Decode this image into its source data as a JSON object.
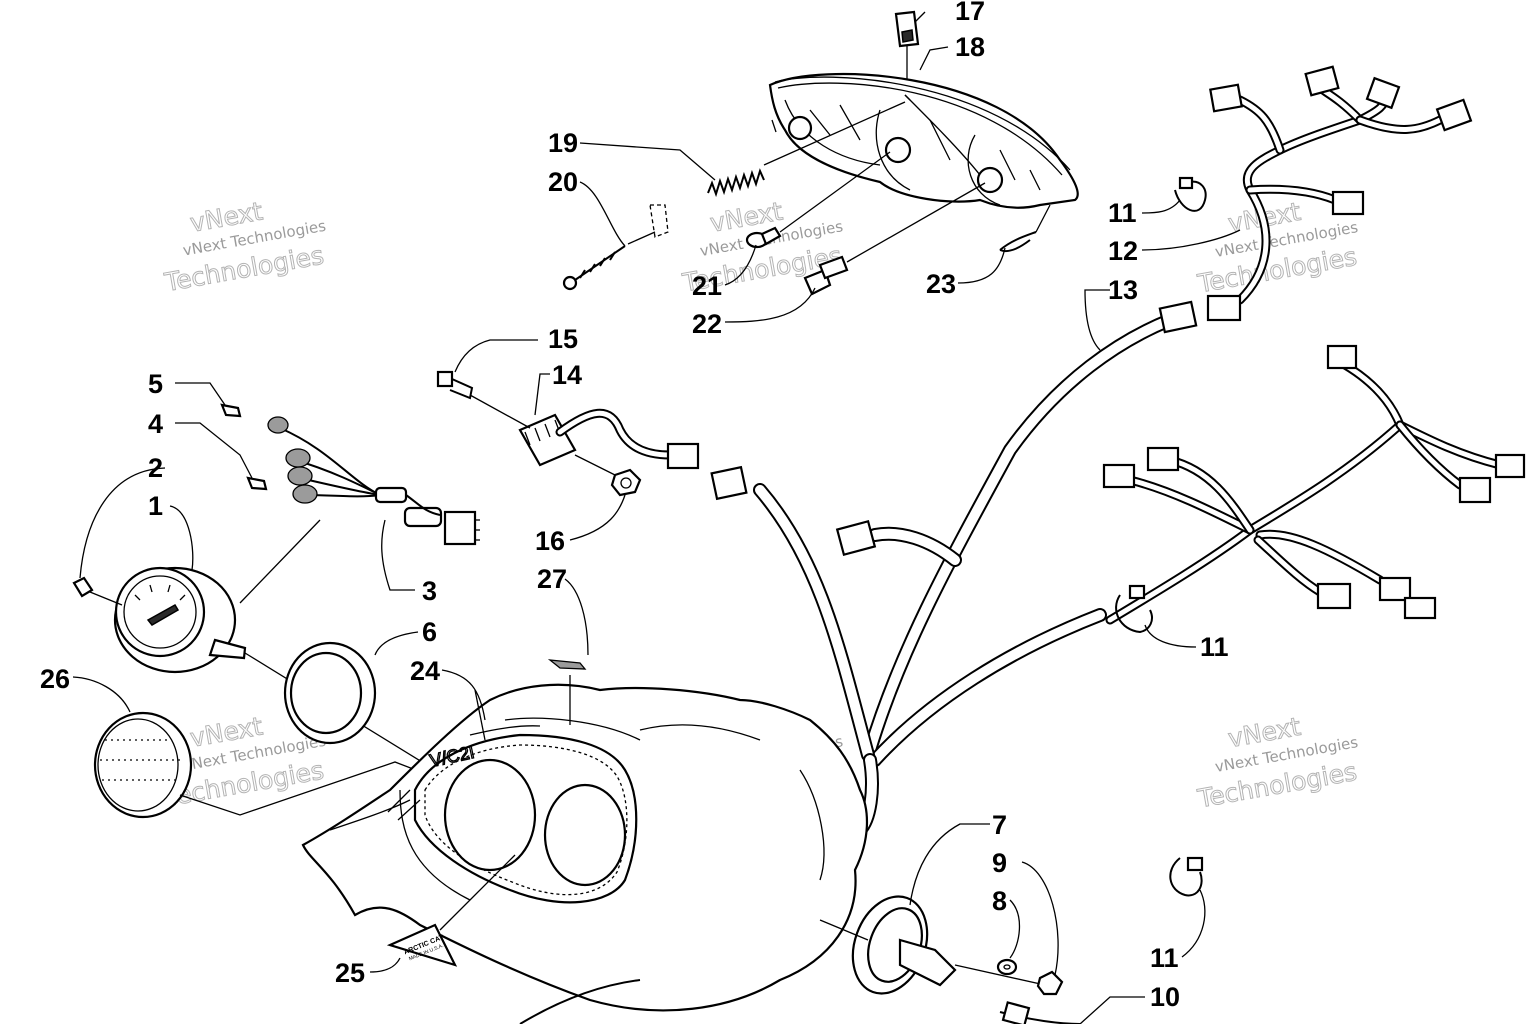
{
  "callouts": [
    {
      "id": "c17",
      "label": "17"
    },
    {
      "id": "c18",
      "label": "18"
    },
    {
      "id": "c19",
      "label": "19"
    },
    {
      "id": "c20",
      "label": "20"
    },
    {
      "id": "c21",
      "label": "21"
    },
    {
      "id": "c22",
      "label": "22"
    },
    {
      "id": "c23",
      "label": "23"
    },
    {
      "id": "c11a",
      "label": "11"
    },
    {
      "id": "c12",
      "label": "12"
    },
    {
      "id": "c13",
      "label": "13"
    },
    {
      "id": "c15",
      "label": "15"
    },
    {
      "id": "c14",
      "label": "14"
    },
    {
      "id": "c5",
      "label": "5"
    },
    {
      "id": "c4",
      "label": "4"
    },
    {
      "id": "c2",
      "label": "2"
    },
    {
      "id": "c1",
      "label": "1"
    },
    {
      "id": "c3",
      "label": "3"
    },
    {
      "id": "c16",
      "label": "16"
    },
    {
      "id": "c27",
      "label": "27"
    },
    {
      "id": "c6",
      "label": "6"
    },
    {
      "id": "c24",
      "label": "24"
    },
    {
      "id": "c26",
      "label": "26"
    },
    {
      "id": "c11b",
      "label": "11"
    },
    {
      "id": "c7",
      "label": "7"
    },
    {
      "id": "c9",
      "label": "9"
    },
    {
      "id": "c8",
      "label": "8"
    },
    {
      "id": "c11c",
      "label": "11"
    },
    {
      "id": "c25",
      "label": "25"
    },
    {
      "id": "c10",
      "label": "10"
    }
  ],
  "watermark": {
    "line1": "vNext Technologies",
    "line2": "vNext",
    "line3": "Technologies"
  },
  "decal": {
    "brand": "ARCTIC CAT",
    "origin": "MADE IN U.S.A."
  },
  "dash_marking": "V/C2I"
}
